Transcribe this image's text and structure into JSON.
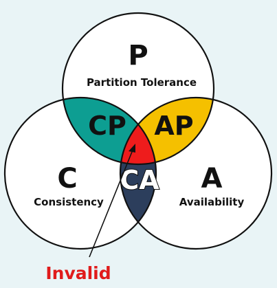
{
  "sets": {
    "p": {
      "letter": "P",
      "label": "Partition Tolerance"
    },
    "c": {
      "letter": "C",
      "label": "Consistency"
    },
    "a": {
      "letter": "A",
      "label": "Availability"
    }
  },
  "regions": {
    "cp": {
      "label": "CP",
      "fill": "#0d9e92"
    },
    "ap": {
      "label": "AP",
      "fill": "#f5c000"
    },
    "ca": {
      "label": "CA",
      "fill": "#2c3e5c"
    },
    "cap": {
      "fill": "#ee1c1c"
    }
  },
  "annotation": {
    "label": "Invalid",
    "color": "#e01b1b"
  },
  "colors": {
    "background": "#e9f4f6",
    "circle_stroke": "#111111",
    "circle_fill": "#ffffff"
  }
}
